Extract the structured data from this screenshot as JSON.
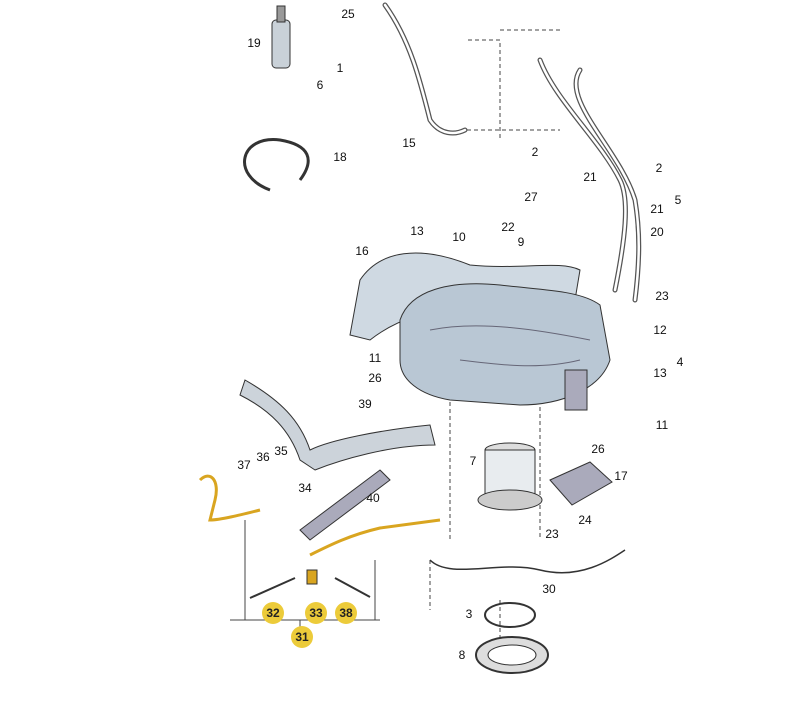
{
  "diagram": {
    "title": "Fuel tank assembly exploded view",
    "labels": [
      "25",
      "19",
      "1",
      "6",
      "15",
      "18",
      "2",
      "2",
      "21",
      "21",
      "5",
      "27",
      "22",
      "9",
      "20",
      "13",
      "10",
      "16",
      "23",
      "12",
      "4",
      "11",
      "26",
      "13",
      "39",
      "11",
      "26",
      "7",
      "17",
      "35",
      "36",
      "37",
      "34",
      "40",
      "24",
      "23",
      "30",
      "3",
      "8"
    ],
    "highlighted_labels": [
      "32",
      "33",
      "38",
      "31"
    ],
    "colors": {
      "highlight": "#eccb3a",
      "tank": "#b9c7d4",
      "line": "#333333",
      "brass": "#d9a520"
    }
  }
}
